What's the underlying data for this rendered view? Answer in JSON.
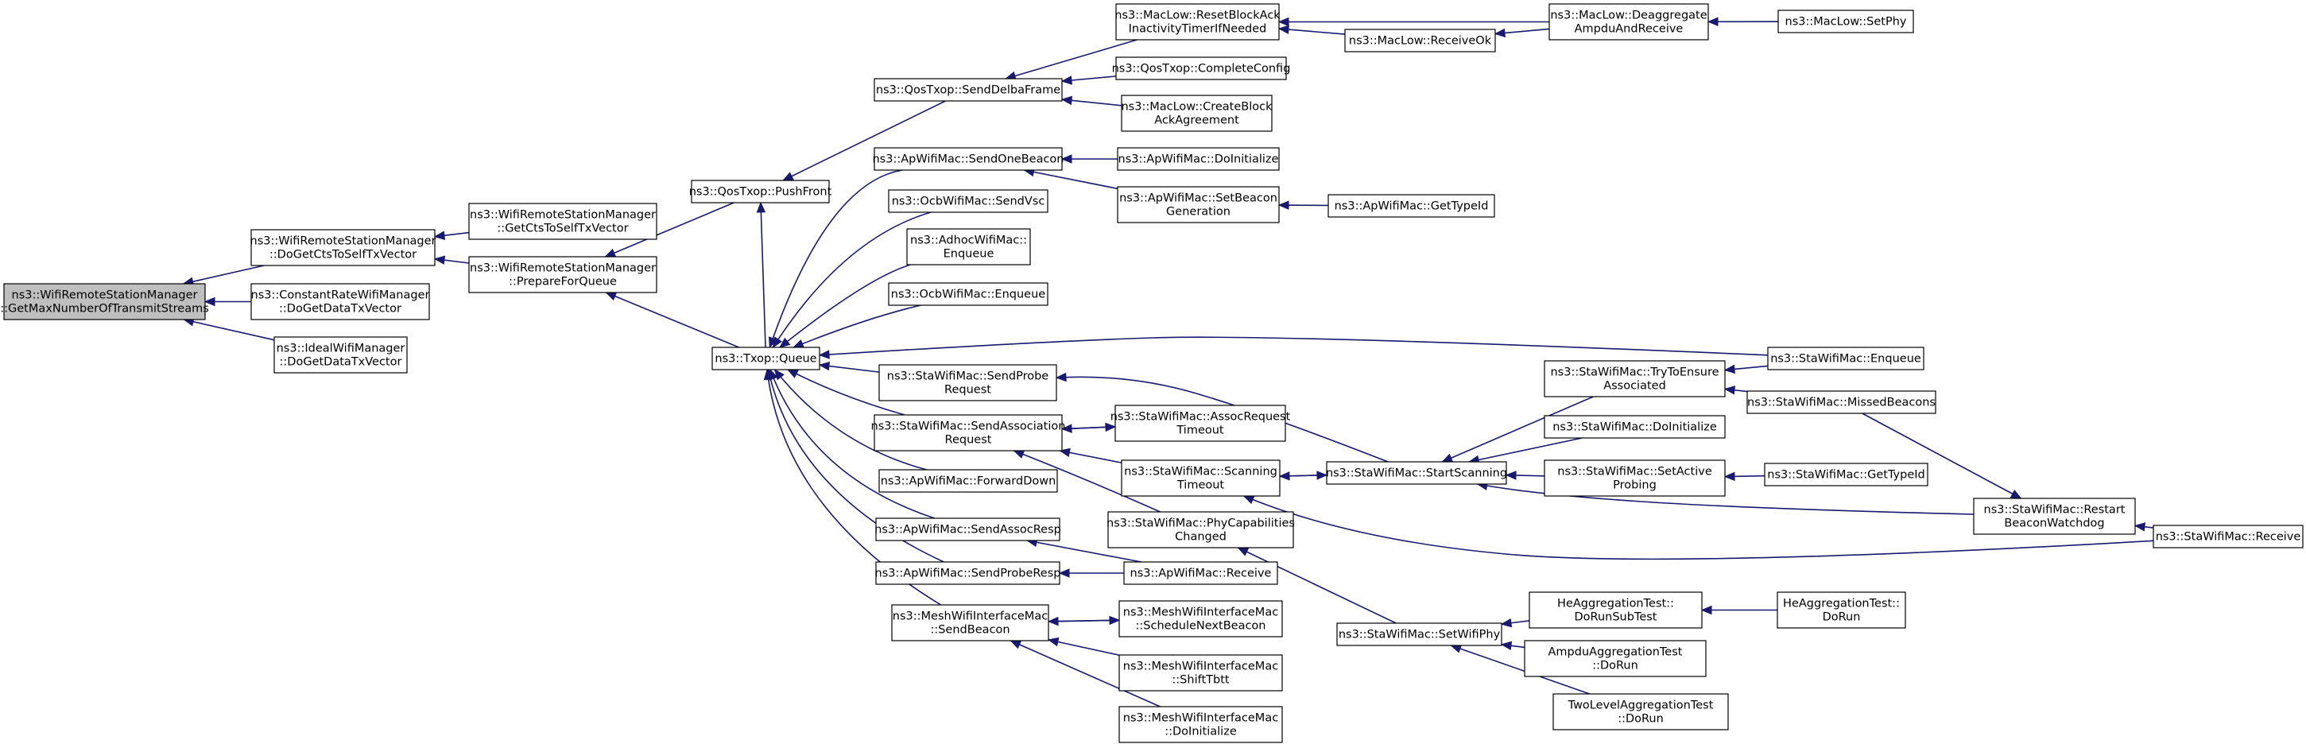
{
  "nodes": [
    {
      "id": "root",
      "lines": [
        "ns3::WifiRemoteStationManager",
        "::GetMaxNumberOfTransmitStreams"
      ],
      "root": true
    },
    {
      "id": "doGetCts",
      "lines": [
        "ns3::WifiRemoteStationManager",
        "::DoGetCtsToSelfTxVector"
      ]
    },
    {
      "id": "constRate",
      "lines": [
        "ns3::ConstantRateWifiManager",
        "::DoGetDataTxVector"
      ]
    },
    {
      "id": "ideal",
      "lines": [
        "ns3::IdealWifiManager",
        "::DoGetDataTxVector"
      ]
    },
    {
      "id": "getCts",
      "lines": [
        "ns3::WifiRemoteStationManager",
        "::GetCtsToSelfTxVector"
      ]
    },
    {
      "id": "prepare",
      "lines": [
        "ns3::WifiRemoteStationManager",
        "::PrepareForQueue"
      ]
    },
    {
      "id": "pushFront",
      "lines": [
        "ns3::QosTxop::PushFront"
      ]
    },
    {
      "id": "queue",
      "lines": [
        "ns3::Txop::Queue"
      ]
    },
    {
      "id": "sendDelba",
      "lines": [
        "ns3::QosTxop::SendDelbaFrame"
      ]
    },
    {
      "id": "resetBA",
      "lines": [
        "ns3::MacLow::ResetBlockAck",
        "InactivityTimerIfNeeded"
      ]
    },
    {
      "id": "completeCfg",
      "lines": [
        "ns3::QosTxop::CompleteConfig"
      ]
    },
    {
      "id": "createBA",
      "lines": [
        "ns3::MacLow::CreateBlock",
        "AckAgreement"
      ]
    },
    {
      "id": "receiveOk",
      "lines": [
        "ns3::MacLow::ReceiveOk"
      ]
    },
    {
      "id": "deagg",
      "lines": [
        "ns3::MacLow::Deaggregate",
        "AmpduAndReceive"
      ]
    },
    {
      "id": "setPhy",
      "lines": [
        "ns3::MacLow::SetPhy"
      ]
    },
    {
      "id": "sendOneBeacon",
      "lines": [
        "ns3::ApWifiMac::SendOneBeacon"
      ]
    },
    {
      "id": "apDoInit",
      "lines": [
        "ns3::ApWifiMac::DoInitialize"
      ]
    },
    {
      "id": "setBeaconGen",
      "lines": [
        "ns3::ApWifiMac::SetBeacon",
        "Generation"
      ]
    },
    {
      "id": "apGetTypeId",
      "lines": [
        "ns3::ApWifiMac::GetTypeId"
      ]
    },
    {
      "id": "ocbSendVsc",
      "lines": [
        "ns3::OcbWifiMac::SendVsc"
      ]
    },
    {
      "id": "adhocEnq",
      "lines": [
        "ns3::AdhocWifiMac::",
        "Enqueue"
      ]
    },
    {
      "id": "ocbEnq",
      "lines": [
        "ns3::OcbWifiMac::Enqueue"
      ]
    },
    {
      "id": "staEnq",
      "lines": [
        "ns3::StaWifiMac::Enqueue"
      ]
    },
    {
      "id": "sendProbeReq",
      "lines": [
        "ns3::StaWifiMac::SendProbe",
        "Request"
      ]
    },
    {
      "id": "tryEnsure",
      "lines": [
        "ns3::StaWifiMac::TryToEnsure",
        "Associated"
      ]
    },
    {
      "id": "missedBeacons",
      "lines": [
        "ns3::StaWifiMac::MissedBeacons"
      ]
    },
    {
      "id": "sendAssocReq",
      "lines": [
        "ns3::StaWifiMac::SendAssociation",
        "Request"
      ]
    },
    {
      "id": "assocReqTimeout",
      "lines": [
        "ns3::StaWifiMac::AssocRequest",
        "Timeout"
      ]
    },
    {
      "id": "staDoInit",
      "lines": [
        "ns3::StaWifiMac::DoInitialize"
      ]
    },
    {
      "id": "scanTimeout",
      "lines": [
        "ns3::StaWifiMac::Scanning",
        "Timeout"
      ]
    },
    {
      "id": "startScan",
      "lines": [
        "ns3::StaWifiMac::StartScanning"
      ]
    },
    {
      "id": "setActiveProbing",
      "lines": [
        "ns3::StaWifiMac::SetActive",
        "Probing"
      ]
    },
    {
      "id": "staGetTypeId",
      "lines": [
        "ns3::StaWifiMac::GetTypeId"
      ]
    },
    {
      "id": "restartBW",
      "lines": [
        "ns3::StaWifiMac::Restart",
        "BeaconWatchdog"
      ]
    },
    {
      "id": "staReceive",
      "lines": [
        "ns3::StaWifiMac::Receive"
      ]
    },
    {
      "id": "fwdDown",
      "lines": [
        "ns3::ApWifiMac::ForwardDown"
      ]
    },
    {
      "id": "phyCap",
      "lines": [
        "ns3::StaWifiMac::PhyCapabilities",
        "Changed"
      ]
    },
    {
      "id": "sendAssocResp",
      "lines": [
        "ns3::ApWifiMac::SendAssocResp"
      ]
    },
    {
      "id": "sendProbeResp",
      "lines": [
        "ns3::ApWifiMac::SendProbeResp"
      ]
    },
    {
      "id": "apReceive",
      "lines": [
        "ns3::ApWifiMac::Receive"
      ]
    },
    {
      "id": "meshSendBeacon",
      "lines": [
        "ns3::MeshWifiInterfaceMac",
        "::SendBeacon"
      ]
    },
    {
      "id": "meshSched",
      "lines": [
        "ns3::MeshWifiInterfaceMac",
        "::ScheduleNextBeacon"
      ]
    },
    {
      "id": "meshShift",
      "lines": [
        "ns3::MeshWifiInterfaceMac",
        "::ShiftTbtt"
      ]
    },
    {
      "id": "meshDoInit",
      "lines": [
        "ns3::MeshWifiInterfaceMac",
        "::DoInitialize"
      ]
    },
    {
      "id": "setWifiPhy",
      "lines": [
        "ns3::StaWifiMac::SetWifiPhy"
      ]
    },
    {
      "id": "heSub",
      "lines": [
        "HeAggregationTest::",
        "DoRunSubTest"
      ]
    },
    {
      "id": "heDoRun",
      "lines": [
        "HeAggregationTest::",
        "DoRun"
      ]
    },
    {
      "id": "ampduTest",
      "lines": [
        "AmpduAggregationTest",
        "::DoRun"
      ]
    },
    {
      "id": "twoLevel",
      "lines": [
        "TwoLevelAggregationTest",
        "::DoRun"
      ]
    }
  ],
  "edges": [
    [
      "doGetCts",
      "root"
    ],
    [
      "constRate",
      "root"
    ],
    [
      "ideal",
      "root"
    ],
    [
      "getCts",
      "doGetCts"
    ],
    [
      "prepare",
      "doGetCts"
    ],
    [
      "pushFront",
      "prepare"
    ],
    [
      "queue",
      "prepare"
    ],
    [
      "sendDelba",
      "pushFront"
    ],
    [
      "queue",
      "pushFront"
    ],
    [
      "resetBA",
      "sendDelba"
    ],
    [
      "completeCfg",
      "sendDelba"
    ],
    [
      "createBA",
      "sendDelba"
    ],
    [
      "receiveOk",
      "resetBA"
    ],
    [
      "deagg",
      "resetBA"
    ],
    [
      "deagg",
      "receiveOk"
    ],
    [
      "setPhy",
      "deagg"
    ],
    [
      "sendOneBeacon",
      "queue"
    ],
    [
      "ocbSendVsc",
      "queue"
    ],
    [
      "adhocEnq",
      "queue"
    ],
    [
      "ocbEnq",
      "queue"
    ],
    [
      "staEnq",
      "queue"
    ],
    [
      "sendProbeReq",
      "queue"
    ],
    [
      "sendAssocReq",
      "queue"
    ],
    [
      "fwdDown",
      "queue"
    ],
    [
      "sendAssocResp",
      "queue"
    ],
    [
      "sendProbeResp",
      "queue"
    ],
    [
      "meshSendBeacon",
      "queue"
    ],
    [
      "apDoInit",
      "sendOneBeacon"
    ],
    [
      "setBeaconGen",
      "sendOneBeacon"
    ],
    [
      "apGetTypeId",
      "setBeaconGen"
    ],
    [
      "startScan",
      "sendProbeReq"
    ],
    [
      "assocReqTimeout",
      "sendAssocReq"
    ],
    [
      "sendAssocReq",
      "assocReqTimeout"
    ],
    [
      "scanTimeout",
      "sendAssocReq"
    ],
    [
      "phyCap",
      "sendAssocReq"
    ],
    [
      "startScan",
      "scanTimeout"
    ],
    [
      "scanTimeout",
      "startScan"
    ],
    [
      "tryEnsure",
      "startScan"
    ],
    [
      "staDoInit",
      "startScan"
    ],
    [
      "setActiveProbing",
      "startScan"
    ],
    [
      "restartBW",
      "startScan"
    ],
    [
      "staEnq",
      "tryEnsure"
    ],
    [
      "missedBeacons",
      "tryEnsure"
    ],
    [
      "staGetTypeId",
      "setActiveProbing"
    ],
    [
      "missedBeacons",
      "restartBW"
    ],
    [
      "staReceive",
      "restartBW"
    ],
    [
      "staReceive",
      "scanTimeout"
    ],
    [
      "apReceive",
      "sendAssocResp"
    ],
    [
      "apReceive",
      "sendProbeResp"
    ],
    [
      "meshSched",
      "meshSendBeacon"
    ],
    [
      "meshSendBeacon",
      "meshSched"
    ],
    [
      "meshShift",
      "meshSendBeacon"
    ],
    [
      "meshDoInit",
      "meshSendBeacon"
    ],
    [
      "setWifiPhy",
      "phyCap"
    ],
    [
      "heSub",
      "setWifiPhy"
    ],
    [
      "ampduTest",
      "setWifiPhy"
    ],
    [
      "twoLevel",
      "setWifiPhy"
    ],
    [
      "heDoRun",
      "heSub"
    ]
  ]
}
